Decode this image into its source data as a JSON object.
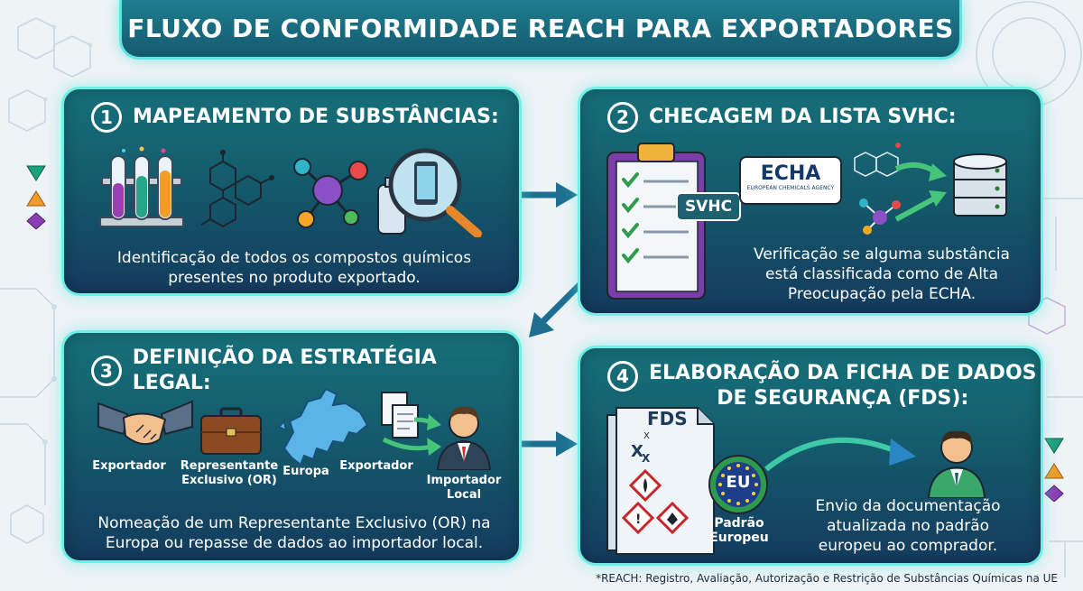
{
  "title": "FLUXO DE CONFORMIDADE REACH PARA EXPORTADORES",
  "steps": [
    {
      "number": "1",
      "heading": "MAPEAMENTO DE SUBSTÂNCIAS:",
      "description_lines": [
        "Identificação de todos os compostos químicos",
        "presentes no produto exportado."
      ],
      "icons": [
        "test-tubes-icon",
        "molecule-structure-icon",
        "molecule-icon",
        "magnifier-product-icon"
      ]
    },
    {
      "number": "2",
      "heading": "CHECAGEM DA LISTA SVHC:",
      "badge": "SVHC",
      "echa_logo": "ECHA",
      "echa_sub": "EUROPEAN CHEMICALS AGENCY",
      "description_lines": [
        "Verificação se alguma substância",
        "está classificada como de Alta",
        "Preocupação pela ECHA."
      ],
      "icons": [
        "clipboard-checklist-icon",
        "echa-logo-icon",
        "molecule-icon",
        "database-icon"
      ]
    },
    {
      "number": "3",
      "heading": "DEFINIÇÃO DA ESTRATÉGIA LEGAL:",
      "labels": {
        "exportador_1": "Exportador",
        "or_line1": "Representante",
        "or_line2": "Exclusivo (OR)",
        "europa": "Europa",
        "exportador_2": "Exportador",
        "importador_line1": "Importador",
        "importador_line2": "Local"
      },
      "description_lines": [
        "Nomeação de um Representante Exclusivo (OR) na",
        "Europa ou repasse de dados ao importador local."
      ],
      "icons": [
        "handshake-icon",
        "briefcase-icon",
        "europe-map-icon",
        "documents-icon",
        "person-icon"
      ]
    },
    {
      "number": "4",
      "heading_lines": [
        "ELABORAÇÃO DA FICHA DE DADOS",
        "DE SEGURANÇA (FDS):"
      ],
      "doc_title": "FDS",
      "eu_badge": "EU",
      "padrao_line1": "Padrão",
      "padrao_line2": "Europeu",
      "description_lines": [
        "Envio da documentação",
        "atualizada no padrão",
        "europeu ao comprador."
      ],
      "icons": [
        "sds-document-icon",
        "eu-seal-icon",
        "person-icon"
      ]
    }
  ],
  "footnote": "*REACH: Registro, Avaliação, Autorização e Restrição de Substâncias Químicas na UE",
  "colors": {
    "panel_top": "#16707a",
    "panel_bottom": "#143b5e",
    "glow": "#6ff0e6",
    "arrow": "#1d6f8f",
    "triangle_green": "#1aa37a",
    "triangle_orange": "#f09a2a",
    "diamond_purple": "#8a3fb5"
  }
}
